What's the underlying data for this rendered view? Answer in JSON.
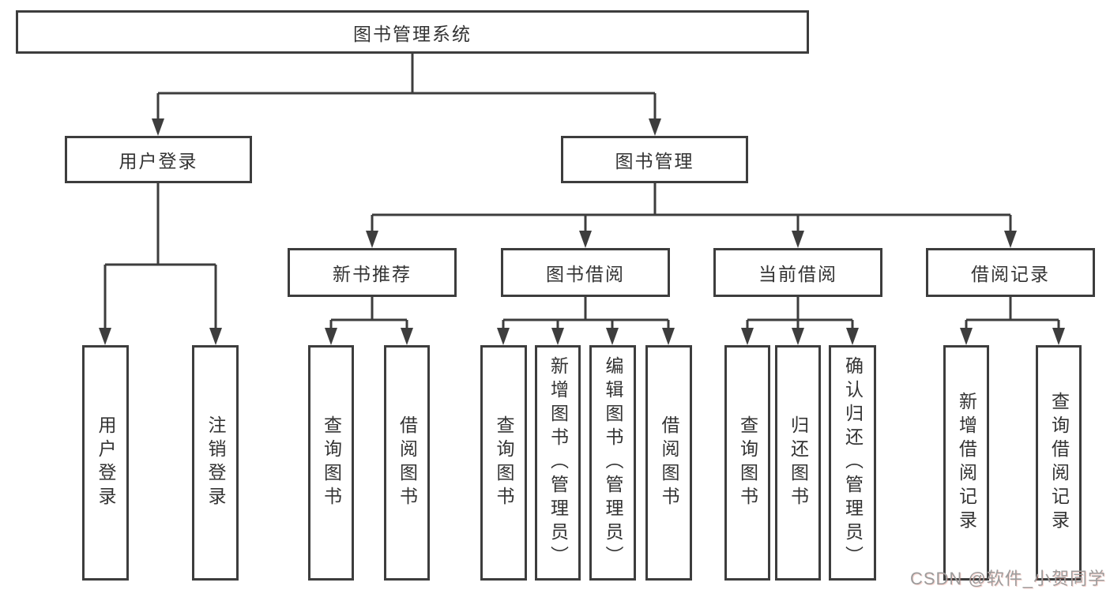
{
  "diagram": {
    "root_label": "图书管理系统",
    "level1": [
      "用户登录",
      "图书管理"
    ],
    "level2": [
      "新书推荐",
      "图书借阅",
      "当前借阅",
      "借阅记录"
    ],
    "leaves": [
      "用户登录",
      "注销登录",
      "查询图书",
      "借阅图书",
      "查询图书",
      "新增图书（管理员）",
      "编辑图书（管理员）",
      "借阅图书",
      "查询图书",
      "归还图书",
      "确认归还（管理员）",
      "新增借阅记录",
      "查询借阅记录"
    ],
    "watermark": "CSDN @软件_小贺同学",
    "colors": {
      "line": "#3d3d3d",
      "text": "#333333",
      "watermark_text": "#9c9c9c",
      "background": "#ffffff"
    }
  }
}
